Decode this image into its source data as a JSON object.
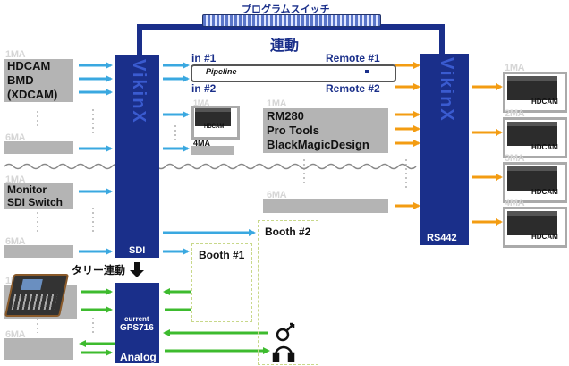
{
  "title": "プログラムスイッチ",
  "link_label": "連動",
  "tally_label": "タリー連動",
  "vikinx_brand": "VikinX",
  "sdi_router": {
    "footer": "SDI"
  },
  "rs442_router": {
    "footer": "RS442"
  },
  "analog_router": {
    "top": "current",
    "model": "GPS716",
    "footer": "Analog"
  },
  "pipeline": {
    "label": "Pipeline",
    "in1": "in #1",
    "in2": "in #2",
    "remote1": "Remote #1",
    "remote2": "Remote #2"
  },
  "sources_group1": {
    "ma_first": "1MA",
    "ma_last": "6MA",
    "lines": [
      "HDCAM",
      "BMD",
      "(XDCAM)"
    ]
  },
  "sources_group2": {
    "ma_first": "1MA",
    "ma_last": "6MA",
    "lines": [
      "Monitor",
      "SDI Switch"
    ]
  },
  "sources_group3": {
    "ma_first": "1MA",
    "ma_last": "6MA"
  },
  "mid_recorders": {
    "ma_first": "1MA",
    "ma_last": "4MA",
    "device_label": "HDCAM"
  },
  "daw_group": {
    "ma_first": "1MA",
    "ma_last": "6MA",
    "lines": [
      "RM280",
      "Pro Tools",
      "BlackMagicDesign"
    ]
  },
  "right_decks": [
    {
      "ma": "1MA",
      "label": "HDCAM"
    },
    {
      "ma": "2MA",
      "label": "HDCAM"
    },
    {
      "ma": "3MA",
      "label": "HDCAM"
    },
    {
      "ma": "4MA",
      "label": "HDCAM"
    }
  ],
  "booth1": {
    "label": "Booth #1"
  },
  "booth2": {
    "label": "Booth #2"
  },
  "colors": {
    "router": "#1a2f8a",
    "video_arrow": "#3aa8e0",
    "control_arrow": "#f39c12",
    "audio_arrow": "#3dbb2e",
    "box": "#b4b4b4"
  }
}
